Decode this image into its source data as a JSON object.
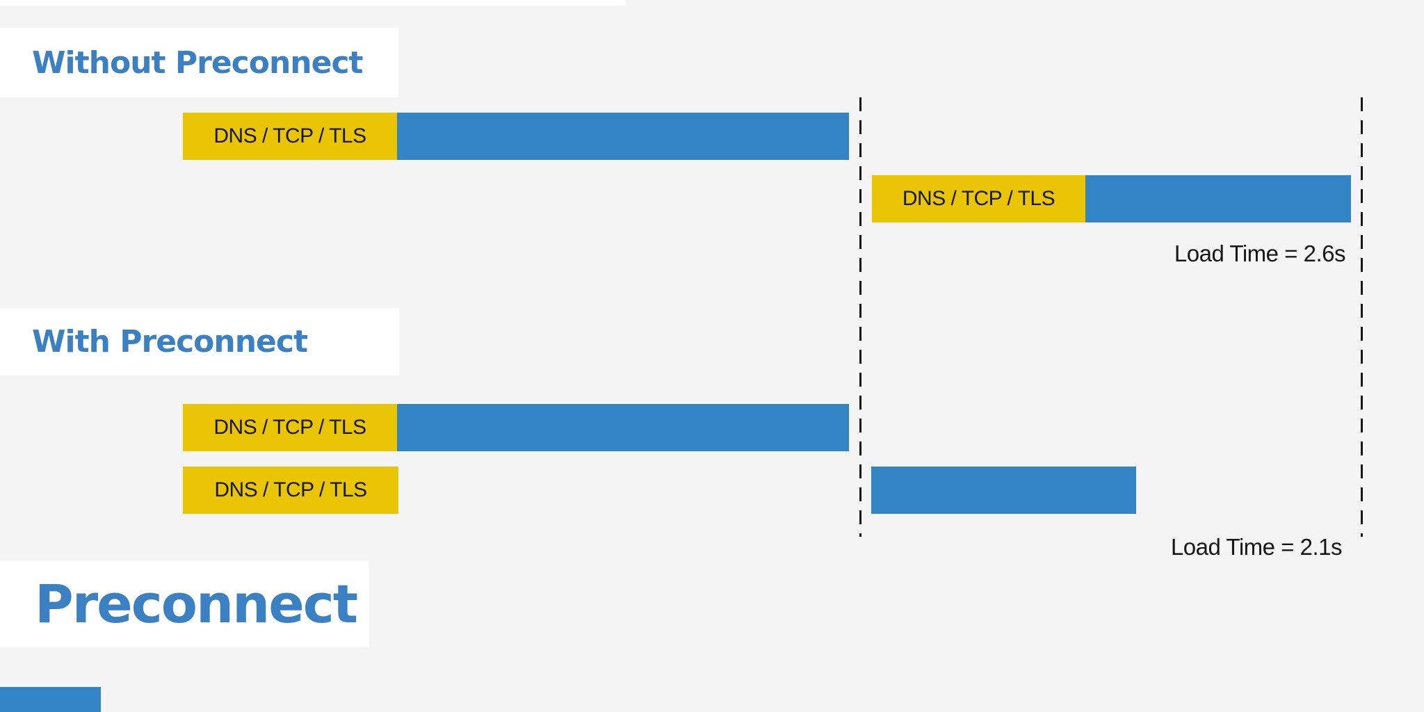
{
  "colors": {
    "background": "#f4f4f5",
    "bar_blue": "#3384c5",
    "bar_yellow": "#eac506",
    "heading_blue": "#3a80c2",
    "text_black": "#161616",
    "panel_white": "#ffffff"
  },
  "diagram": {
    "title": "Preconnect",
    "scenarios": [
      {
        "heading": "Without Preconnect",
        "load_time": "Load Time = 2.6s",
        "rows": [
          {
            "label": "DNS / TCP / TLS"
          },
          {
            "label": "DNS / TCP / TLS"
          }
        ]
      },
      {
        "heading": "With Preconnect",
        "load_time": "Load Time = 2.1s",
        "rows": [
          {
            "label": "DNS / TCP / TLS"
          },
          {
            "label": "DNS / TCP / TLS"
          }
        ]
      }
    ]
  }
}
